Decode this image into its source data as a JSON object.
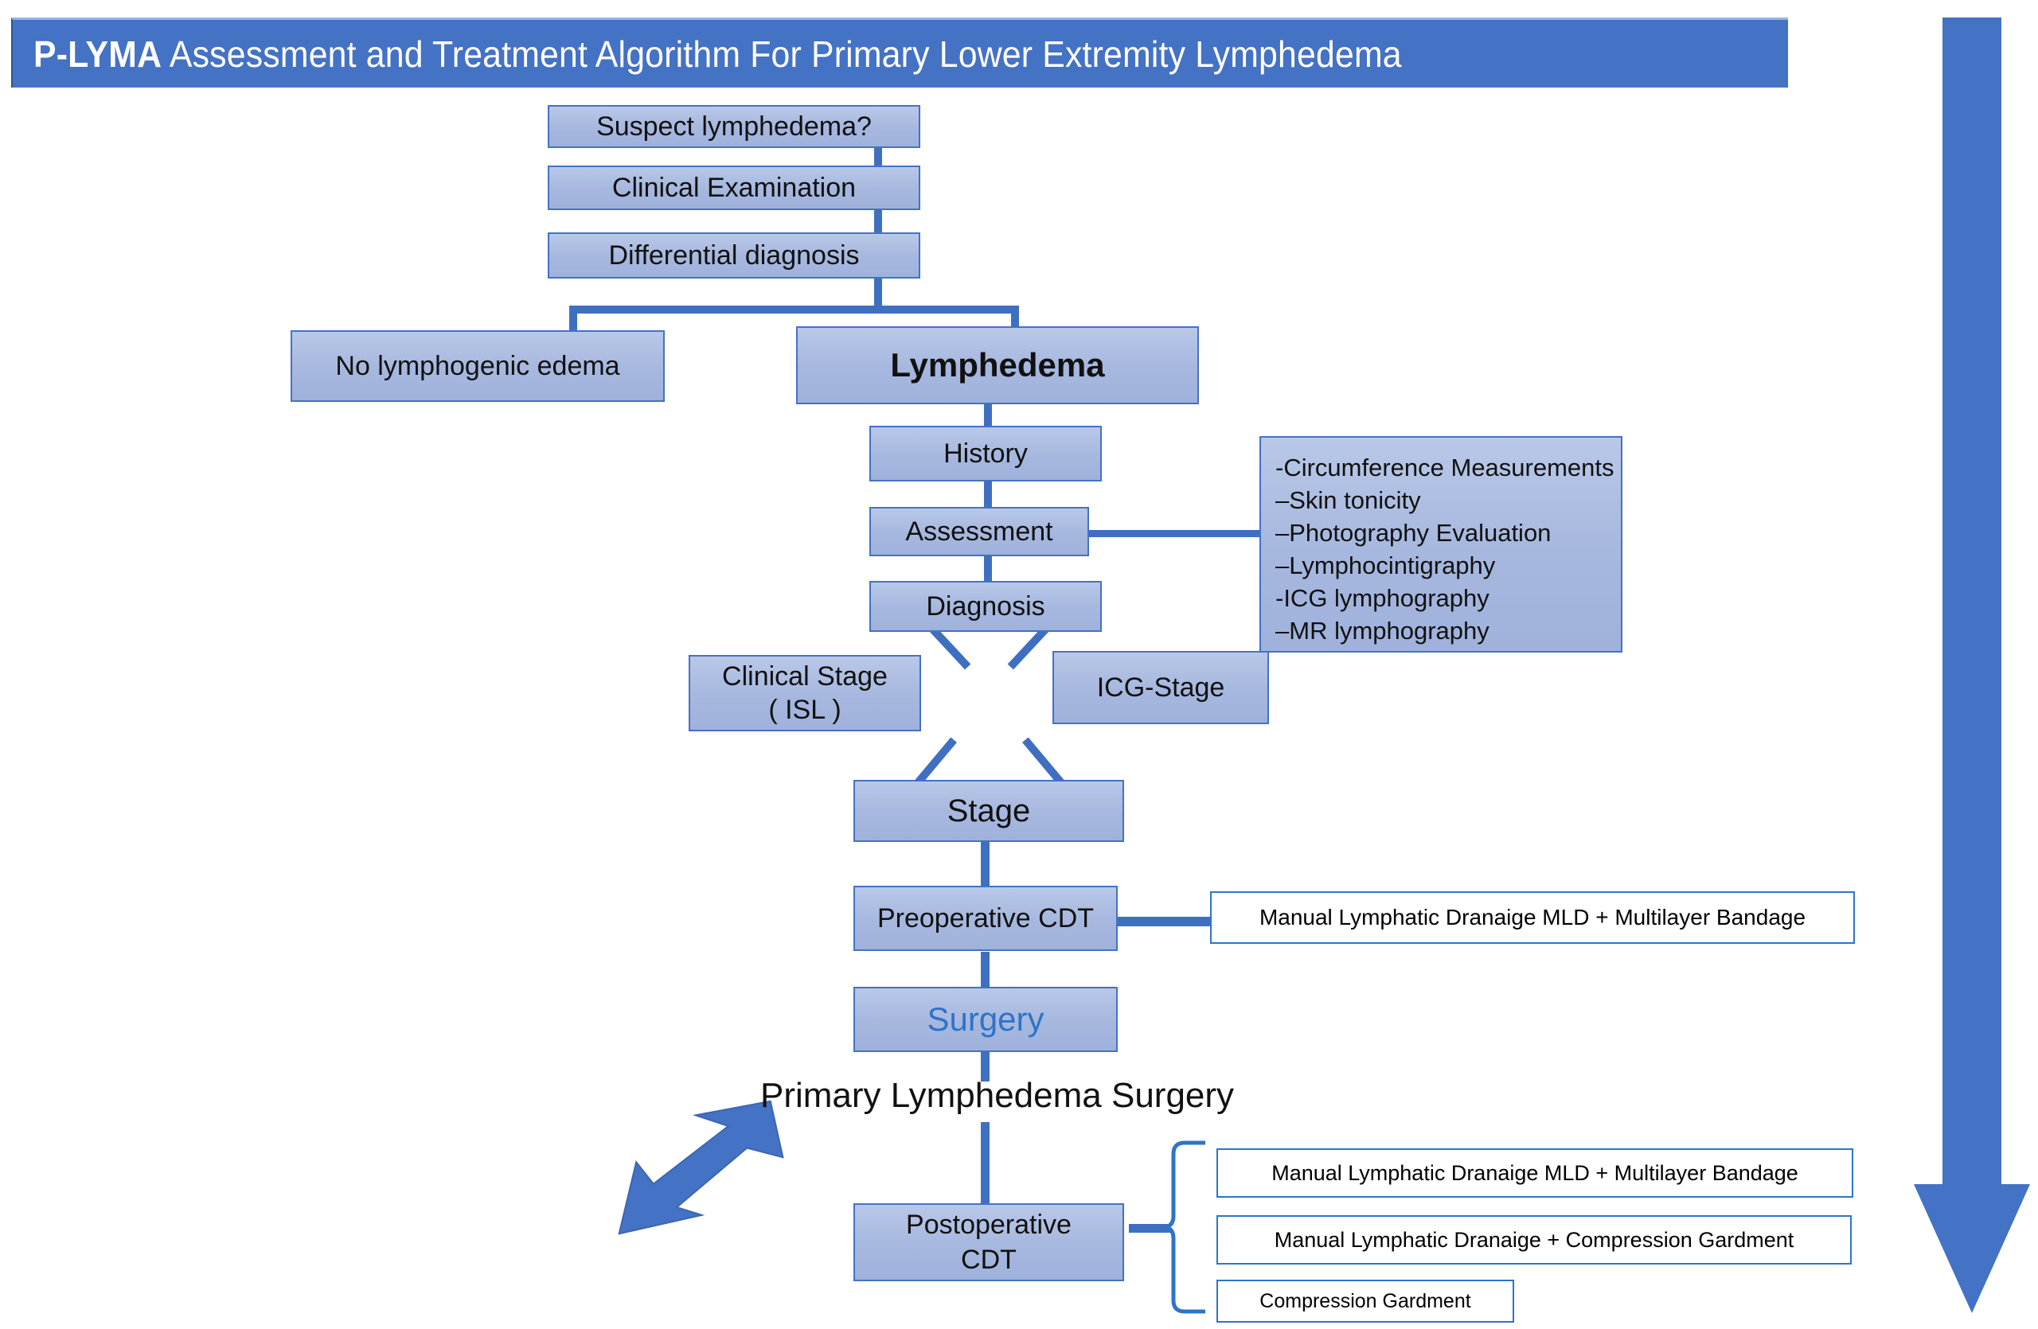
{
  "title": {
    "bold_prefix": "P-LYMA",
    "rest": " Assessment and Treatment Algorithm  For Primary Lower Extremity Lymphedema",
    "full": "P-LYMA Assessment and Treatment Algorithm For Primary Lower Extremity Lymphedema",
    "bar_color": "#4472c4",
    "text_color": "#ffffff"
  },
  "colors": {
    "node_fill": "#a8b9e0",
    "node_border": "#4472c4",
    "connector": "#3f6fc0",
    "arrow_fill": "#4472c4",
    "surgery_text": "#2e74c8",
    "plain_box_border": "#2e74c8",
    "plain_box_fill": "#ffffff"
  },
  "nodes": {
    "suspect": "Suspect lymphedema?",
    "clinical_exam": "Clinical Examination",
    "differential": "Differential diagnosis",
    "no_lymphogenic": "No lymphogenic edema",
    "lymphedema": "Lymphedema",
    "history": "History",
    "assessment": "Assessment",
    "diagnosis": "Diagnosis",
    "clinical_stage": "Clinical Stage\n( ISL )",
    "icg_stage": "ICG-Stage",
    "stage": "Stage",
    "preop_cdt": "Preoperative CDT",
    "surgery": "Surgery",
    "postop_cdt": "Postoperative\nCDT"
  },
  "assessment_methods": {
    "items": [
      "-Circumference Measurements",
      "–Skin tonicity",
      "–Photography Evaluation",
      "–Lymphocintigraphy",
      "-ICG lymphography",
      "–MR lymphography"
    ],
    "joined": "-Circumference Measurements\n–Skin tonicity\n–Photography Evaluation\n–Lymphocintigraphy\n-ICG lymphography\n–MR lymphography"
  },
  "preop_detail": "Manual Lymphatic Dranaige MLD + Multilayer  Bandage",
  "postop_details": [
    "Manual Lymphatic Dranaige MLD + Multilayer  Bandage",
    "Manual Lymphatic Dranaige + Compression Gardment",
    "Compression Gardment"
  ],
  "surgery_caption": "Primary Lymphedema  Surgery",
  "icons": {
    "side_arrow": "down-arrow-icon",
    "sw_arrow": "southwest-arrow-icon",
    "brace": "right-curly-brace-icon"
  }
}
